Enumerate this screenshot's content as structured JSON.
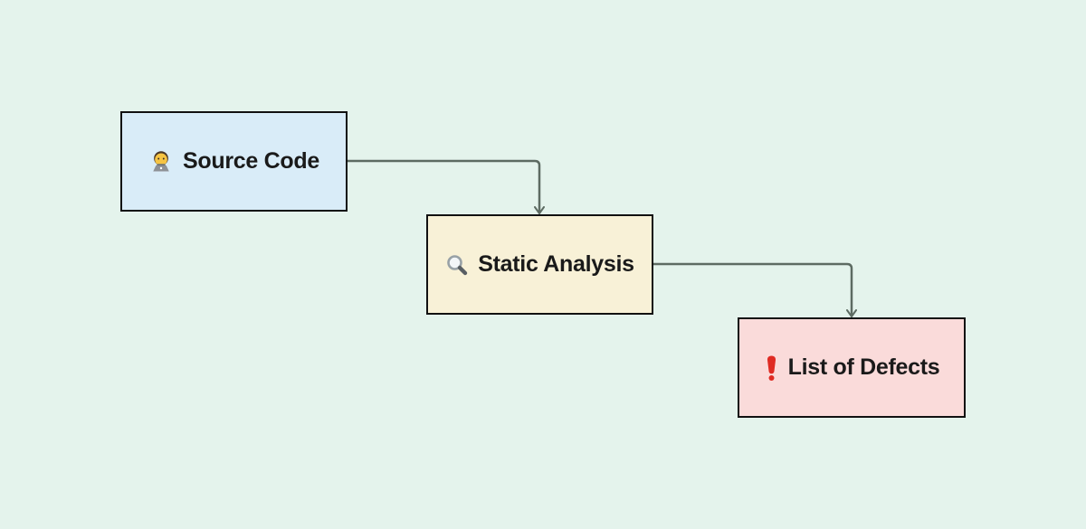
{
  "diagram": {
    "background": "#e4f3ec",
    "text_color": "#1a1a1a",
    "node_border_color": "#111111",
    "connector_color": "#5d6b62",
    "nodes": [
      {
        "id": "source-code",
        "label": "Source Code",
        "icon": "technologist-icon",
        "fill": "#d9ecf8"
      },
      {
        "id": "static-analysis",
        "label": "Static Analysis",
        "icon": "magnifier-icon",
        "fill": "#f8f1d7"
      },
      {
        "id": "list-of-defects",
        "label": "List of Defects",
        "icon": "red-exclamation-icon",
        "fill": "#fadbda"
      }
    ],
    "connectors": [
      {
        "from": "source-code",
        "to": "static-analysis"
      },
      {
        "from": "static-analysis",
        "to": "list-of-defects"
      }
    ],
    "icon_colors": {
      "face_yellow": "#f6c443",
      "hair_brown": "#4a3728",
      "laptop_gray": "#8e9196",
      "laptop_edge": "#6e7277",
      "magnifier_ring": "#98a1a6",
      "magnifier_glass": "#f3f6f8",
      "magnifier_handle": "#585e63",
      "exclamation_red": "#df2b23"
    }
  }
}
